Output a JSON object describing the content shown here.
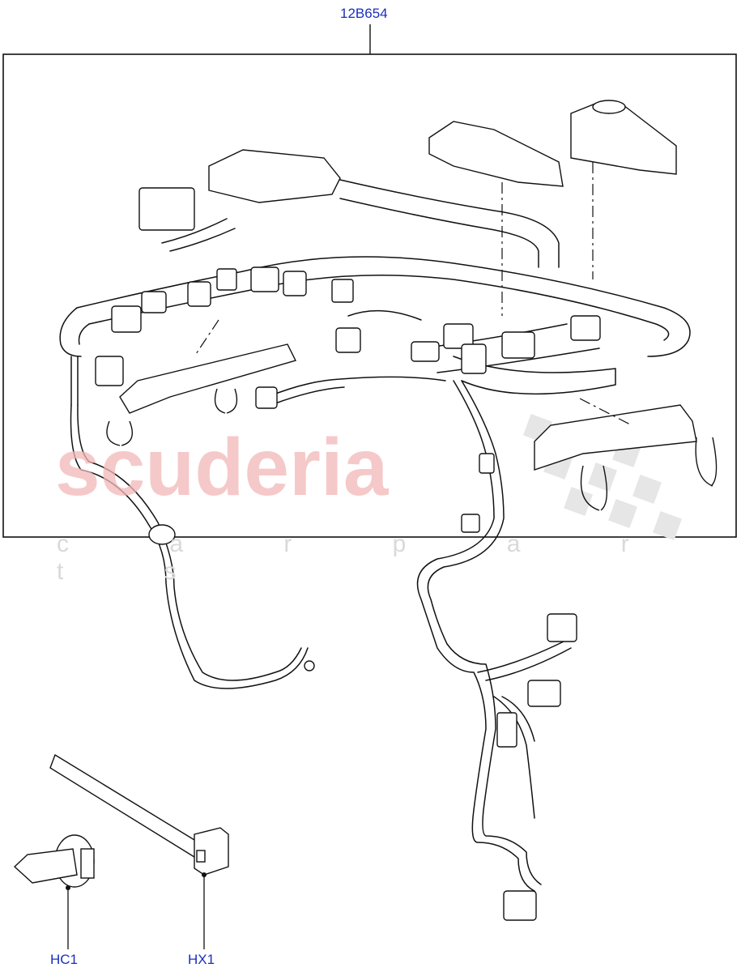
{
  "callouts": {
    "main_part": "12B654",
    "clip": "HC1",
    "tie": "HX1"
  },
  "watermark": {
    "brand": "scuderia",
    "sub": "c a r p a r t s"
  },
  "colors": {
    "label": "#1a2fbf",
    "line": "#111111",
    "watermark": "#f2b8b8"
  }
}
